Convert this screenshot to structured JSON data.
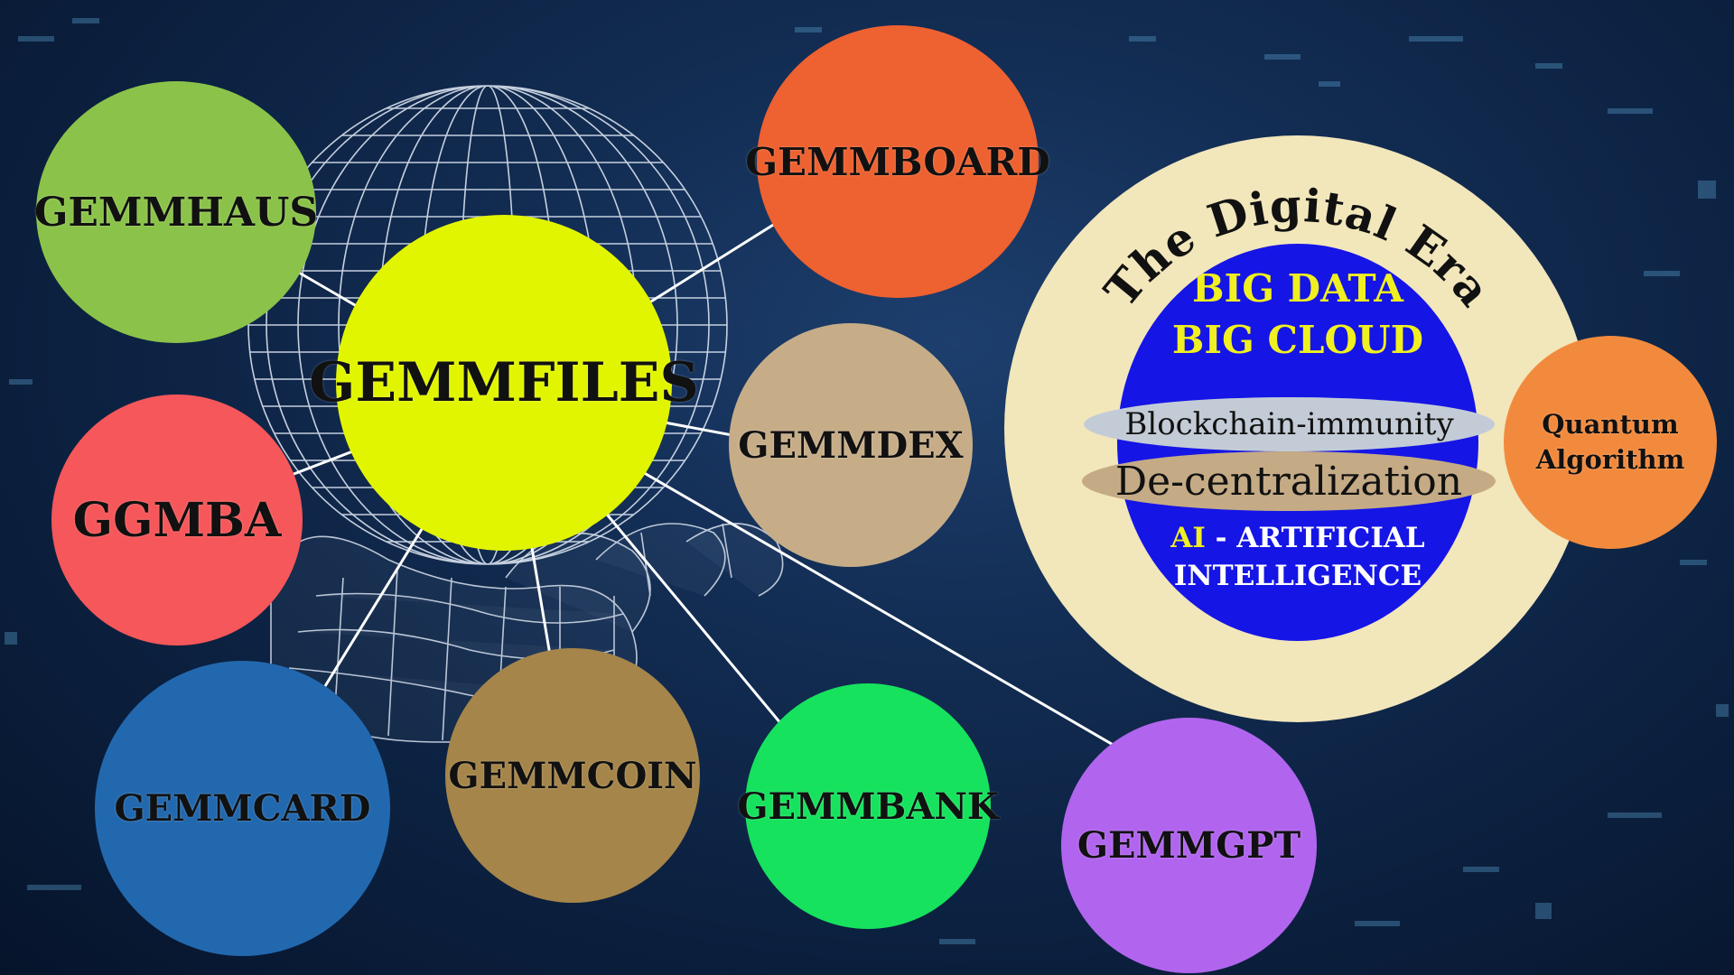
{
  "nodes": {
    "gemmfiles": "GEMMFILES",
    "gemmhaus": "GEMMHAUS",
    "gemmboard": "GEMMBOARD",
    "ggmba": "GGMBA",
    "gemmdex": "GEMMDEX",
    "gemmcard": "GEMMCARD",
    "gemmcoin": "GEMMCOIN",
    "gemmbank": "GEMMBANK",
    "gemmgpt": "GEMMGPT"
  },
  "era": {
    "title": "The Digital Era",
    "big_data": "BIG DATA",
    "big_cloud": "BIG CLOUD",
    "blockchain": "Blockchain-immunity",
    "decentralization": "De-centralization",
    "ai_prefix": "AI",
    "ai_rest": " - ARTIFICIAL",
    "intelligence": "INTELLIGENCE"
  },
  "quantum": {
    "line1": "Quantum",
    "line2": "Algorithm"
  },
  "colors": {
    "gemmfiles": "#e2f500",
    "gemmhaus": "#8bc34a",
    "gemmboard": "#ee6130",
    "ggmba": "#f5575a",
    "gemmdex": "#c6ad88",
    "gemmcard": "#2268ae",
    "gemmcoin": "#a5854a",
    "gemmbank": "#16e25e",
    "gemmgpt": "#b165ee",
    "quantum": "#f28a3d",
    "era_bg": "#f2e6bb",
    "globe": "#1515e6"
  }
}
